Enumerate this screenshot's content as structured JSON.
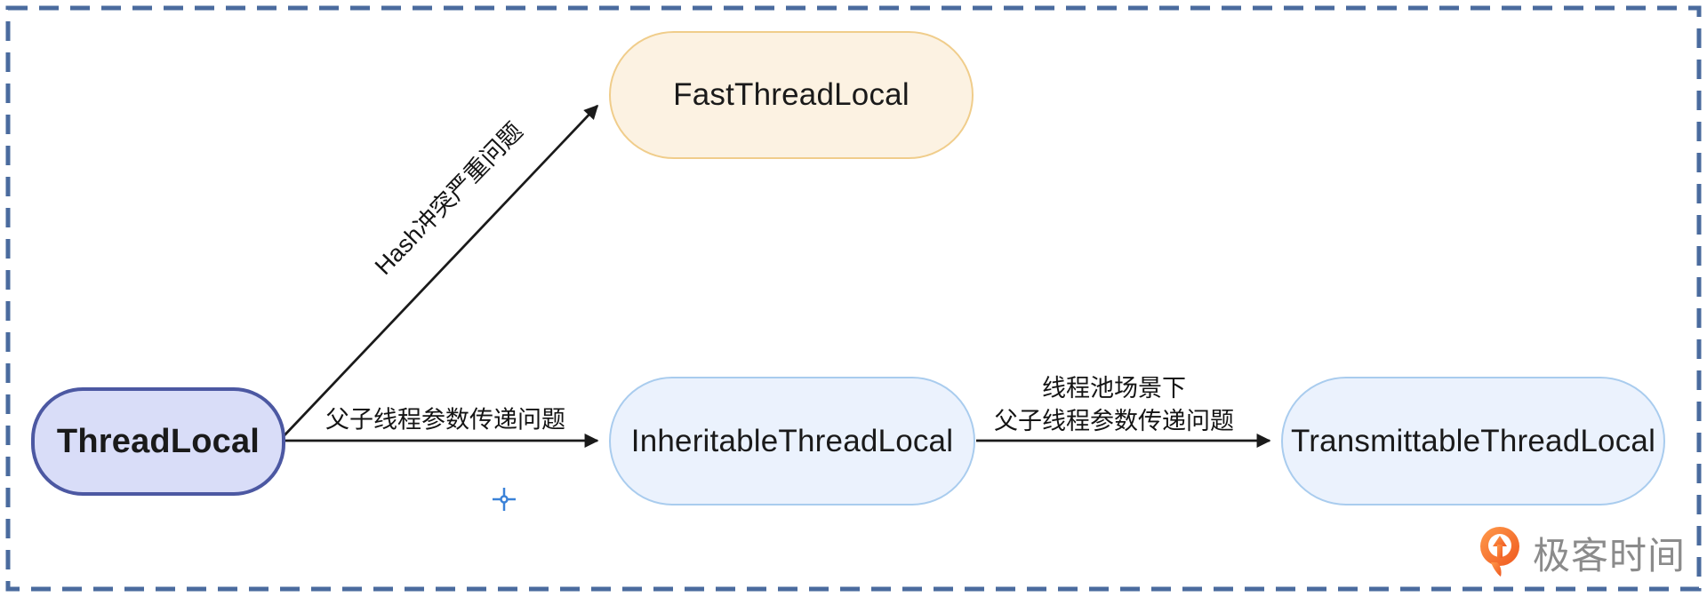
{
  "canvas": {
    "background": "#ffffff",
    "border_color": "#4a6b9e",
    "border_style": "dashed"
  },
  "diagram": {
    "nodes": {
      "threadLocal": {
        "label": "ThreadLocal",
        "fill": "#d9ddf8",
        "border": "#4c58a2",
        "shape": "rounded-rectangle"
      },
      "fastThreadLocal": {
        "label": "FastThreadLocal",
        "fill": "#fcf2e2",
        "border": "#f0cd8b",
        "shape": "terminator"
      },
      "inheritableThreadLocal": {
        "label": "InheritableThreadLocal",
        "fill": "#ebf2fd",
        "border": "#a9ccee",
        "shape": "terminator"
      },
      "transmittableThreadLocal": {
        "label": "TransmittableThreadLocal",
        "fill": "#ebf2fd",
        "border": "#a9ccee",
        "shape": "terminator"
      }
    },
    "edges": {
      "hashConflict": {
        "from": "ThreadLocal",
        "to": "FastThreadLocal",
        "label": "Hash冲突严重问题"
      },
      "parentChild": {
        "from": "ThreadLocal",
        "to": "InheritableThreadLocal",
        "label": "父子线程参数传递问题"
      },
      "threadPool": {
        "from": "InheritableThreadLocal",
        "to": "TransmittableThreadLocal",
        "label_line1": "线程池场景下",
        "label_line2": "父子线程参数传递问题"
      }
    },
    "edge_color": "#1a1a1a"
  },
  "cursor": {
    "type": "crosshair",
    "color": "#3b82d8"
  },
  "watermark": {
    "brand_name": "极客时间",
    "text_color": "#8b8b8b",
    "icon_gradient_start": "#ff9a4a",
    "icon_gradient_end": "#ef5920"
  }
}
